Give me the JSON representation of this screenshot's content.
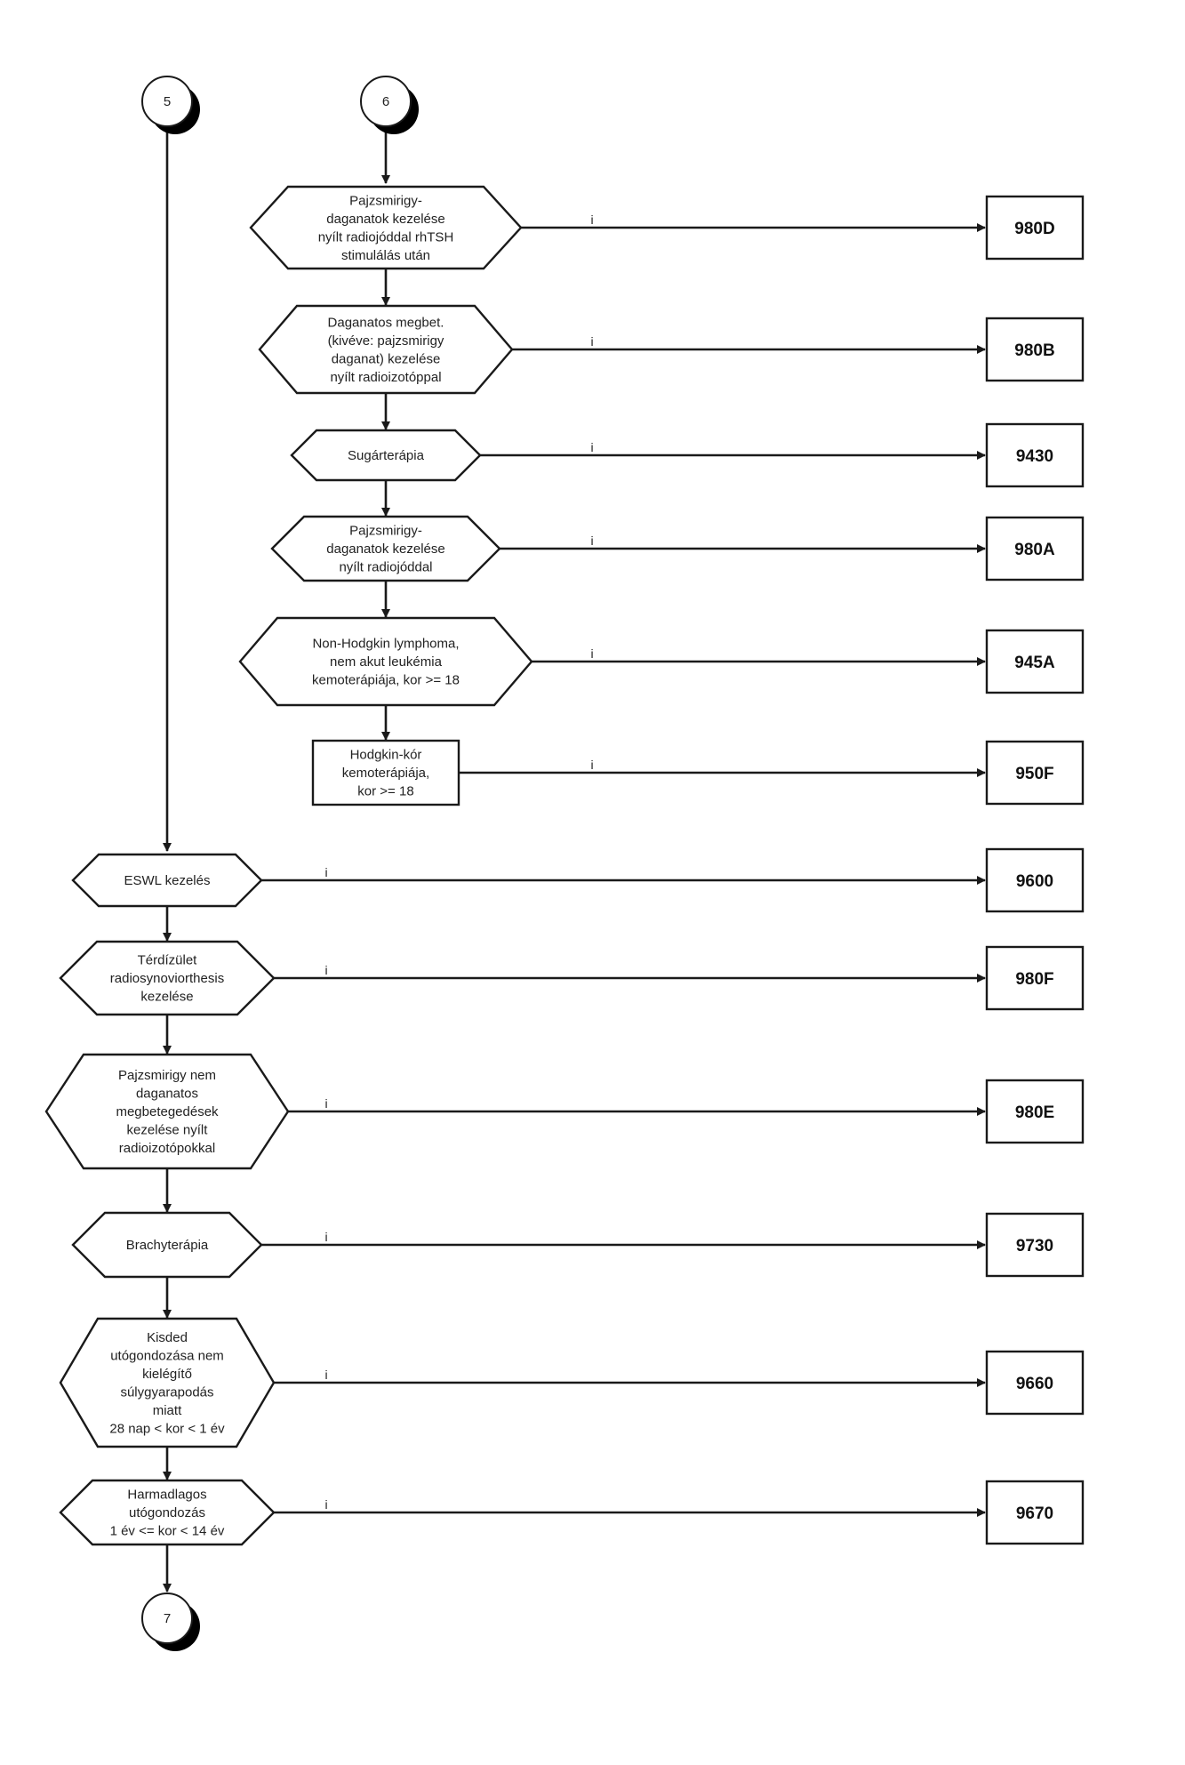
{
  "connectors": {
    "top_left": "5",
    "top_right": "6",
    "bottom": "7"
  },
  "edge_label": "i",
  "decisions": [
    {
      "id": "d1",
      "lines": [
        "Pajzsmirigy-",
        "daganatok kezelése",
        "nyílt radiojóddal rhTSH",
        "stimulálás után"
      ],
      "code": "980D"
    },
    {
      "id": "d2",
      "lines": [
        "Daganatos megbet.",
        "(kivéve: pajzsmirigy",
        "daganat) kezelése",
        "nyílt radioizotóppal"
      ],
      "code": "980B"
    },
    {
      "id": "d3",
      "lines": [
        "Sugárterápia"
      ],
      "code": "9430"
    },
    {
      "id": "d4",
      "lines": [
        "Pajzsmirigy-",
        "daganatok kezelése",
        "nyílt radiojóddal"
      ],
      "code": "980A"
    },
    {
      "id": "d5",
      "lines": [
        "Non-Hodgkin lymphoma,",
        "nem akut leukémia",
        "kemoterápiája, kor >= 18"
      ],
      "code": "945A"
    },
    {
      "id": "d6",
      "lines": [
        "Hodgkin-kór",
        "kemoterápiája,",
        "kor  >= 18"
      ],
      "code": "950F"
    },
    {
      "id": "d7",
      "lines": [
        "ESWL kezelés"
      ],
      "code": "9600"
    },
    {
      "id": "d8",
      "lines": [
        "Térdízület",
        "radiosynoviorthesis",
        "kezelése"
      ],
      "code": "980F"
    },
    {
      "id": "d9",
      "lines": [
        "Pajzsmirigy nem",
        "daganatos",
        "megbetegedések",
        "kezelése nyílt",
        "radioizotópokkal"
      ],
      "code": "980E"
    },
    {
      "id": "d10",
      "lines": [
        "Brachyterápia"
      ],
      "code": "9730"
    },
    {
      "id": "d11",
      "lines": [
        "Kisded",
        "utógondozása nem",
        "kielégítő",
        "súlygyarapodás",
        "miatt",
        "28 nap < kor < 1 év"
      ],
      "code": "9660"
    },
    {
      "id": "d12",
      "lines": [
        "Harmadlagos",
        "utógondozás",
        "1 év <= kor < 14 év"
      ],
      "code": "9670"
    }
  ]
}
